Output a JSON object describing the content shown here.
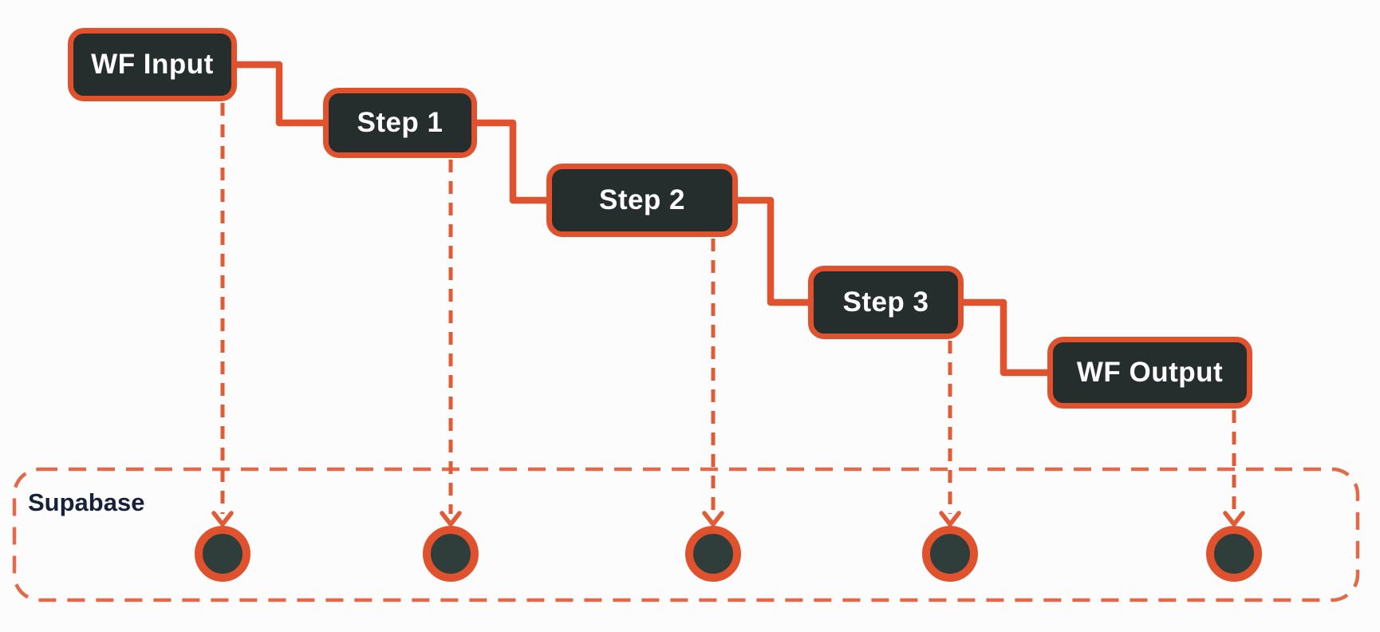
{
  "nodes": [
    {
      "id": "wf-input",
      "label": "WF Input"
    },
    {
      "id": "step-1",
      "label": "Step 1"
    },
    {
      "id": "step-2",
      "label": "Step 2"
    },
    {
      "id": "step-3",
      "label": "Step 3"
    },
    {
      "id": "wf-output",
      "label": "WF Output"
    }
  ],
  "storage_container": {
    "label": "Supabase",
    "dot_count": 5
  },
  "connections": {
    "flow": [
      "WF Input -> Step 1",
      "Step 1 -> Step 2",
      "Step 2 -> Step 3",
      "Step 3 -> WF Output"
    ],
    "storage_writes": [
      "WF Input -> Supabase",
      "Step 1 -> Supabase",
      "Step 2 -> Supabase",
      "Step 3 -> Supabase",
      "WF Output -> Supabase"
    ]
  },
  "colors": {
    "accent": "#E0522E",
    "dash": "#E05C36",
    "container-dash": "#E2694A",
    "node-fill": "#252E2C",
    "dot-fill": "#2F3E3B",
    "node-text": "#FFFFFF",
    "label-text": "#17213A",
    "background": "#FCFCFC"
  }
}
